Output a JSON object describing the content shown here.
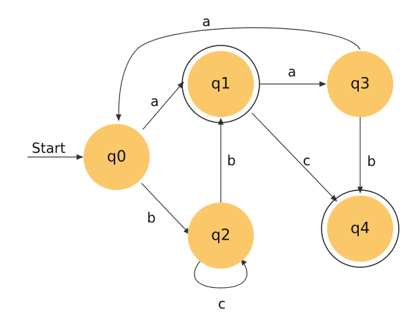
{
  "diagram": {
    "type": "finite-automaton",
    "colors": {
      "state_fill": "#FBC869",
      "edge": "#333333",
      "text": "#111111"
    },
    "start_label": "Start",
    "start_state": "q0",
    "states": [
      {
        "id": "q0",
        "label": "q0",
        "accepting": false
      },
      {
        "id": "q1",
        "label": "q1",
        "accepting": true
      },
      {
        "id": "q2",
        "label": "q2",
        "accepting": false
      },
      {
        "id": "q3",
        "label": "q3",
        "accepting": false
      },
      {
        "id": "q4",
        "label": "q4",
        "accepting": true
      }
    ],
    "transitions": [
      {
        "from": "q0",
        "to": "q1",
        "label": "a"
      },
      {
        "from": "q0",
        "to": "q2",
        "label": "b"
      },
      {
        "from": "q2",
        "to": "q1",
        "label": "b"
      },
      {
        "from": "q2",
        "to": "q2",
        "label": "c"
      },
      {
        "from": "q1",
        "to": "q3",
        "label": "a"
      },
      {
        "from": "q1",
        "to": "q4",
        "label": "c"
      },
      {
        "from": "q3",
        "to": "q4",
        "label": "b"
      },
      {
        "from": "q3",
        "to": "q0",
        "label": "a"
      }
    ]
  }
}
